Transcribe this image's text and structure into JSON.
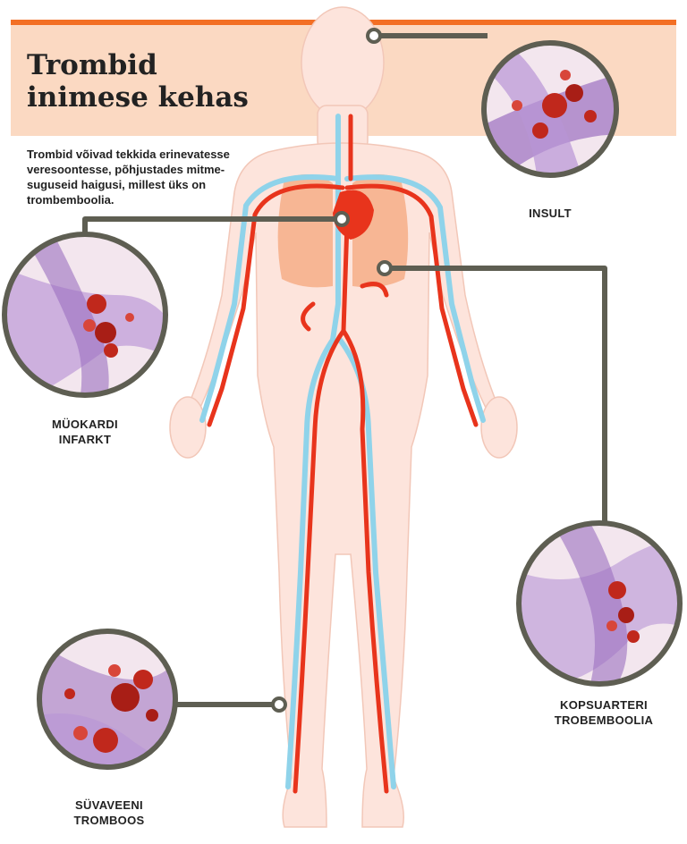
{
  "title": {
    "line1": "Trombid",
    "line2": "inimese kehas"
  },
  "intro": {
    "line1": "Trombid võivad tekkida erinevatesse",
    "line2": "veresoontesse, põhjustades mitme-",
    "line3": "suguseid haigusi, millest üks on",
    "line4": "trombemboolia."
  },
  "callouts": {
    "insult": {
      "lines": [
        "INSULT"
      ]
    },
    "myocardial": {
      "lines": [
        "MÜOKARDI",
        "INFARKT"
      ]
    },
    "pulmonary": {
      "lines": [
        "KOPSUARTERI",
        "TROBEMBOOLIA"
      ]
    },
    "dvt": {
      "lines": [
        "SÜVAVEENI",
        "TROMBOOS"
      ]
    }
  },
  "colors": {
    "accent": "#f36f24",
    "band": "#fbd9c2",
    "body": "#fde4dc",
    "artery": "#e8341c",
    "vein": "#8fd3ea",
    "lungs": "#f6b08c",
    "connector": "#5e5e52",
    "vessel_wall": "#9b6fc0",
    "blood_cell": "#c0281c"
  }
}
